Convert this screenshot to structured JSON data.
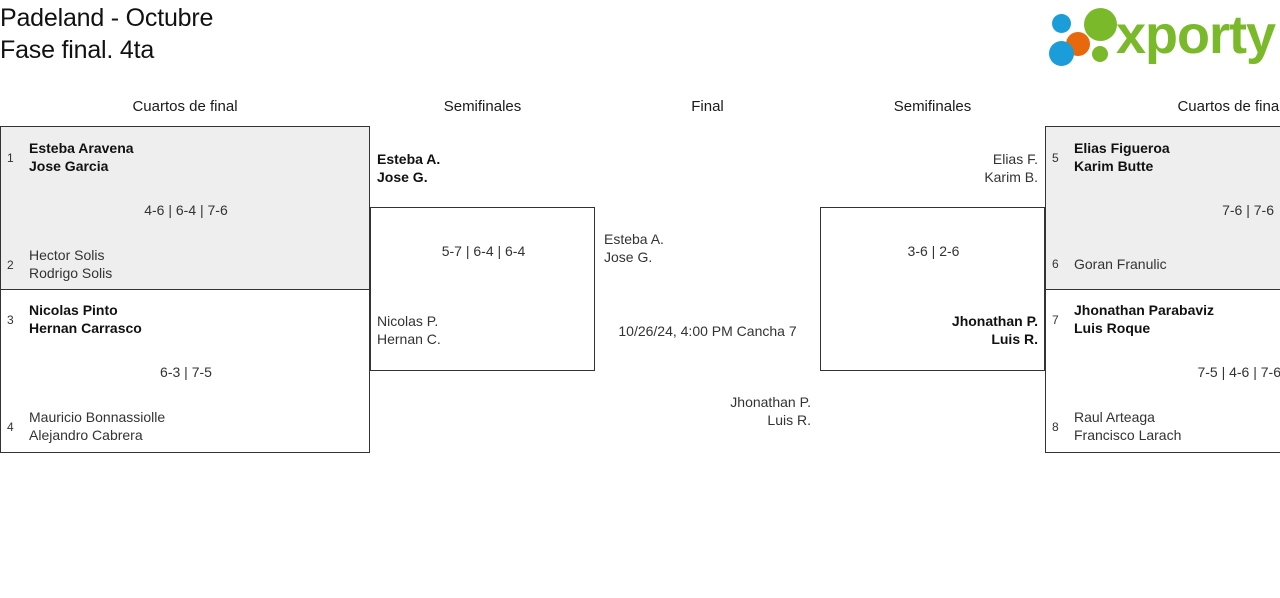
{
  "header": {
    "title_line1": "Padeland - Octubre",
    "title_line2": "Fase final. 4ta",
    "logo_word": "xporty",
    "logo_colors": {
      "green": "#7ab929",
      "blue": "#1b9dd9",
      "orange": "#e8690b"
    }
  },
  "columns": [
    {
      "label": "Cuartos de final"
    },
    {
      "label": "Semifinales"
    },
    {
      "label": "Final"
    },
    {
      "label": "Semifinales"
    },
    {
      "label": "Cuartos de final"
    }
  ],
  "bracket": {
    "left_quarterfinals": [
      {
        "score": "4-6 | 6-4 | 7-6",
        "top": {
          "seed": "1",
          "player1": "Esteba Aravena",
          "player2": "Jose Garcia",
          "winner": true
        },
        "bottom": {
          "seed": "2",
          "player1": "Hector Solis",
          "player2": "Rodrigo Solis",
          "winner": false
        }
      },
      {
        "score": "6-3 | 7-5",
        "top": {
          "seed": "3",
          "player1": "Nicolas Pinto",
          "player2": "Hernan Carrasco",
          "winner": true
        },
        "bottom": {
          "seed": "4",
          "player1": "Mauricio Bonnassiolle",
          "player2": "Alejandro Cabrera",
          "winner": false
        }
      }
    ],
    "left_semifinal": {
      "score": "5-7 | 6-4 | 6-4",
      "top": {
        "player1": "Esteba A.",
        "player2": "Jose G.",
        "winner": true
      },
      "bottom": {
        "player1": "Nicolas P.",
        "player2": "Hernan C.",
        "winner": false
      }
    },
    "final": {
      "schedule": "10/26/24, 4:00 PM Cancha 7",
      "top": {
        "player1": "Esteba A.",
        "player2": "Jose G.",
        "winner": false
      },
      "bottom": {
        "player1": "Jhonathan P.",
        "player2": "Luis R.",
        "winner": false
      }
    },
    "right_semifinal": {
      "score": "3-6 | 2-6",
      "top": {
        "player1": "Elias F.",
        "player2": "Karim B.",
        "winner": false
      },
      "bottom": {
        "player1": "Jhonathan P.",
        "player2": "Luis R.",
        "winner": true
      }
    },
    "right_quarterfinals": [
      {
        "score": "7-6 | 7-6",
        "top": {
          "seed": "5",
          "player1": "Elias Figueroa",
          "player2": "Karim Butte",
          "winner": true
        },
        "bottom": {
          "seed": "6",
          "player1": "Goran Franulic",
          "player2": "",
          "winner": false
        }
      },
      {
        "score": "7-5 | 4-6 | 7-6",
        "top": {
          "seed": "7",
          "player1": "Jhonathan Parabaviz",
          "player2": "Luis Roque",
          "winner": true
        },
        "bottom": {
          "seed": "8",
          "player1": "Raul Arteaga",
          "player2": "Francisco Larach",
          "winner": false
        }
      }
    ]
  }
}
